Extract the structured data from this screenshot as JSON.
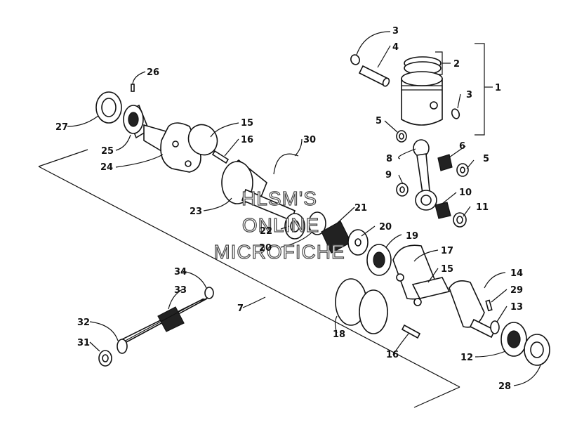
{
  "callouts": [
    {
      "id": "3a",
      "label": "3"
    },
    {
      "id": "4",
      "label": "4"
    },
    {
      "id": "2",
      "label": "2"
    },
    {
      "id": "1",
      "label": "1"
    },
    {
      "id": "3b",
      "label": "3"
    },
    {
      "id": "5a",
      "label": "5"
    },
    {
      "id": "8",
      "label": "8"
    },
    {
      "id": "6",
      "label": "6"
    },
    {
      "id": "5b",
      "label": "5"
    },
    {
      "id": "9",
      "label": "9"
    },
    {
      "id": "10",
      "label": "10"
    },
    {
      "id": "11",
      "label": "11"
    },
    {
      "id": "26",
      "label": "26"
    },
    {
      "id": "27",
      "label": "27"
    },
    {
      "id": "25",
      "label": "25"
    },
    {
      "id": "15a",
      "label": "15"
    },
    {
      "id": "16a",
      "label": "16"
    },
    {
      "id": "24",
      "label": "24"
    },
    {
      "id": "30",
      "label": "30"
    },
    {
      "id": "23",
      "label": "23"
    },
    {
      "id": "21",
      "label": "21"
    },
    {
      "id": "22",
      "label": "22"
    },
    {
      "id": "20a",
      "label": "20"
    },
    {
      "id": "20b",
      "label": "20"
    },
    {
      "id": "19",
      "label": "19"
    },
    {
      "id": "17",
      "label": "17"
    },
    {
      "id": "15b",
      "label": "15"
    },
    {
      "id": "14",
      "label": "14"
    },
    {
      "id": "29",
      "label": "29"
    },
    {
      "id": "13",
      "label": "13"
    },
    {
      "id": "7",
      "label": "7"
    },
    {
      "id": "34",
      "label": "34"
    },
    {
      "id": "33",
      "label": "33"
    },
    {
      "id": "32",
      "label": "32"
    },
    {
      "id": "31",
      "label": "31"
    },
    {
      "id": "18",
      "label": "18"
    },
    {
      "id": "16b",
      "label": "16"
    },
    {
      "id": "12",
      "label": "12"
    },
    {
      "id": "28",
      "label": "28"
    }
  ],
  "watermark": {
    "line1": "HLSM'S",
    "line2": "ONLINE",
    "line3": "MICROFICHE"
  }
}
